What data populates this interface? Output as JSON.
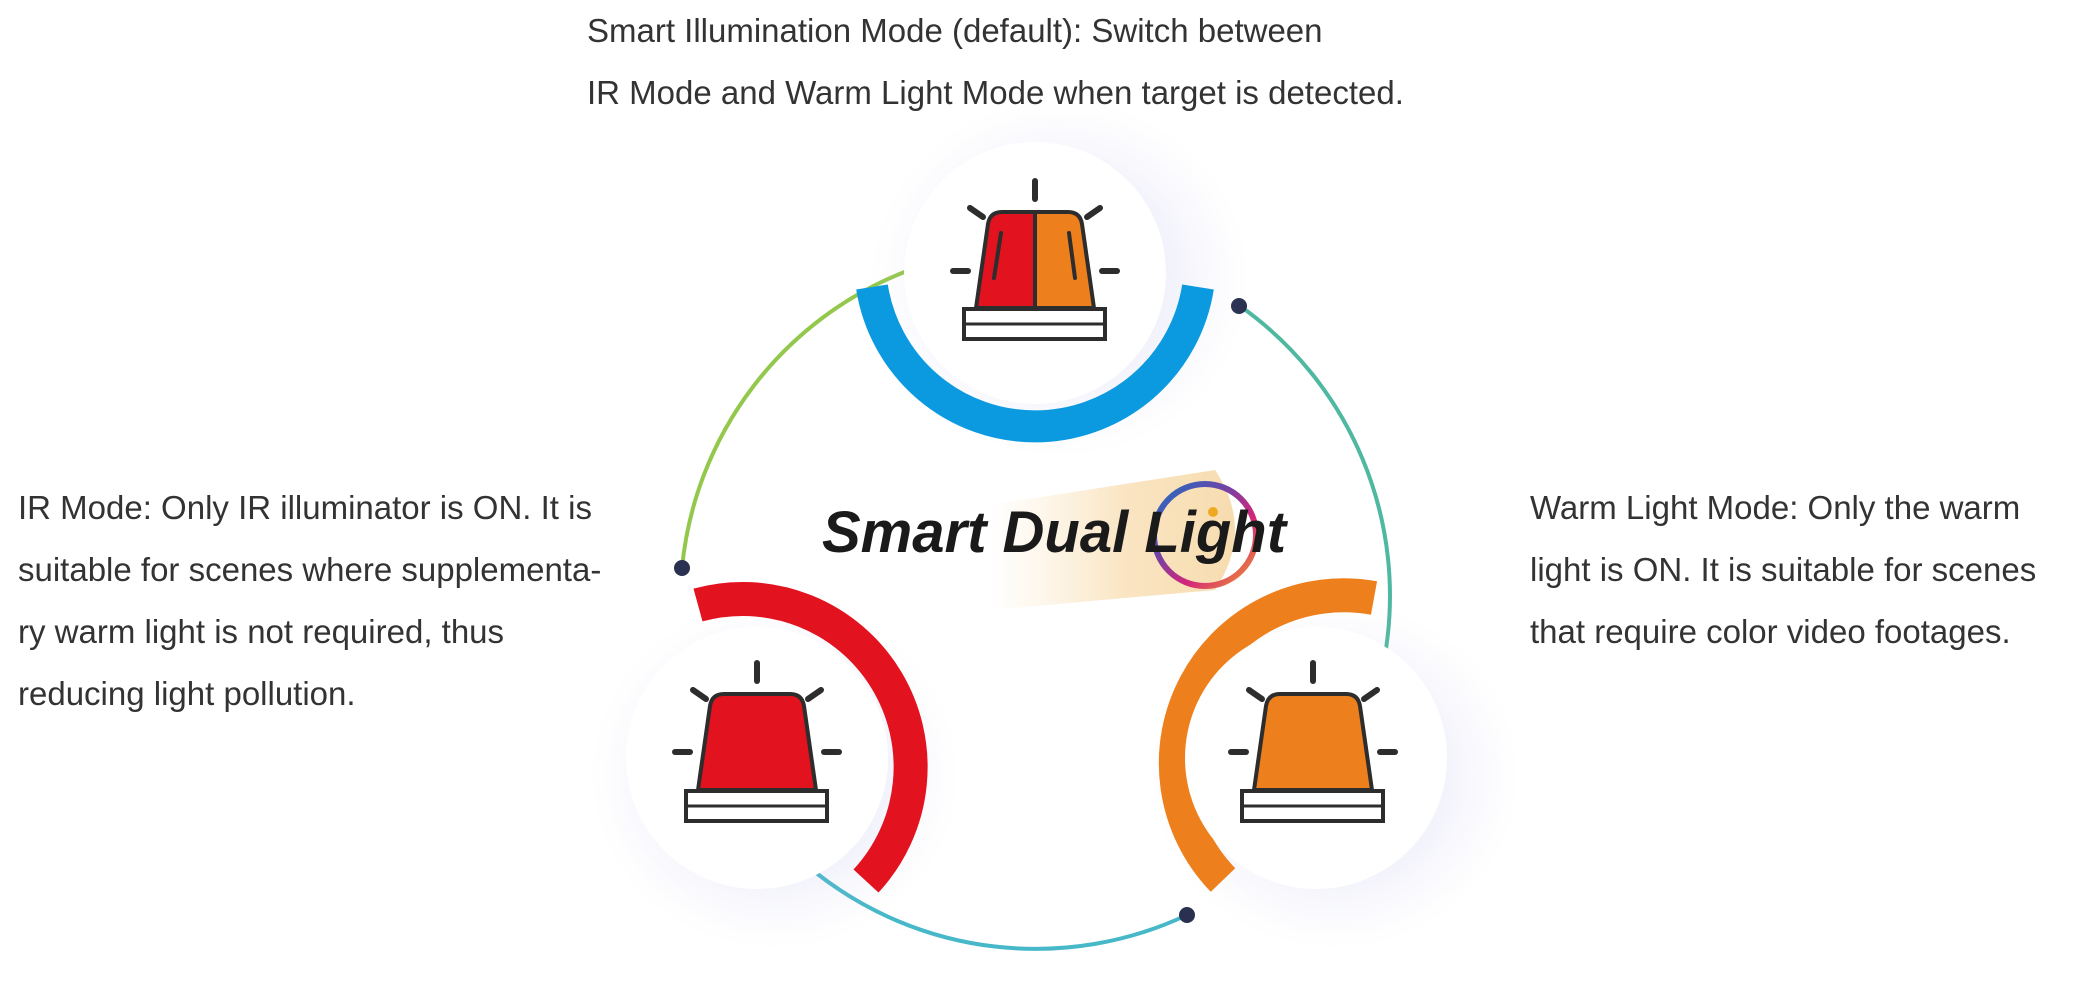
{
  "modes": {
    "smart": {
      "lines": [
        "Smart Illumination Mode (default): Switch between",
        "IR Mode and Warm Light Mode when target is detected."
      ],
      "ring_color": "#0b9ae0",
      "icon": "siren-icon-red-orange"
    },
    "ir": {
      "lines": [
        "IR Mode: Only IR illuminator is ON. It is",
        "suitable for scenes where supplementa-",
        "ry warm light is not required, thus",
        "reducing light pollution."
      ],
      "ring_color": "#e3121f",
      "icon": "siren-icon-red"
    },
    "warm": {
      "lines": [
        "Warm Light Mode: Only the warm",
        "light is ON. It is suitable for scenes",
        "that require color video footages."
      ],
      "ring_color": "#ee7f1d",
      "icon": "siren-icon-orange"
    }
  },
  "logo": {
    "word1": "Smart",
    "word2": "Dual Light"
  },
  "colors": {
    "red": "#e3121f",
    "orange": "#ee7f1d",
    "blue": "#0b9ae0",
    "outline": "#2d2d2d",
    "connector_green": "#94c84d",
    "connector_teal": "#4fb8a0",
    "connector_cyan": "#46b8c8",
    "node_dot": "#2a3050",
    "text": "#333333"
  }
}
